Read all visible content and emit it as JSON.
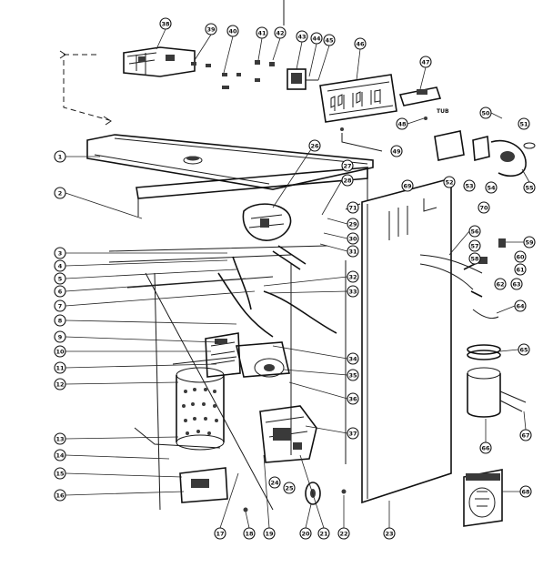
{
  "diagram": {
    "sub_label": "TUB",
    "callouts": {
      "c1": "1",
      "c2": "2",
      "c3": "3",
      "c4": "4",
      "c5": "5",
      "c6": "6",
      "c7": "7",
      "c8": "8",
      "c9": "9",
      "c10": "10",
      "c11": "11",
      "c12": "12",
      "c13": "13",
      "c14": "14",
      "c15": "15",
      "c16": "16",
      "c17": "17",
      "c18": "18",
      "c19": "19",
      "c20": "20",
      "c21": "21",
      "c22": "22",
      "c23": "23",
      "c24": "24",
      "c25": "25",
      "c26": "26",
      "c27": "27",
      "c28": "28",
      "c29": "29",
      "c30": "30",
      "c31": "31",
      "c32": "32",
      "c33": "33",
      "c34": "34",
      "c35": "35",
      "c36": "36",
      "c37": "37",
      "c38": "38",
      "c39": "39",
      "c40": "40",
      "c41": "41",
      "c42": "42",
      "c43": "43",
      "c44": "44",
      "c45": "45",
      "c46": "46",
      "c47": "47",
      "c48": "48",
      "c49": "49",
      "c50": "50",
      "c51": "51",
      "c52": "52",
      "c53": "53",
      "c54": "54",
      "c55": "55",
      "c56": "56",
      "c57": "57",
      "c58": "58",
      "c59": "59",
      "c60": "60",
      "c61": "61",
      "c62": "62",
      "c63": "63",
      "c64": "64",
      "c65": "65",
      "c66": "66",
      "c67": "67",
      "c68": "68",
      "c69": "69",
      "c70": "70",
      "c71": "71"
    }
  }
}
